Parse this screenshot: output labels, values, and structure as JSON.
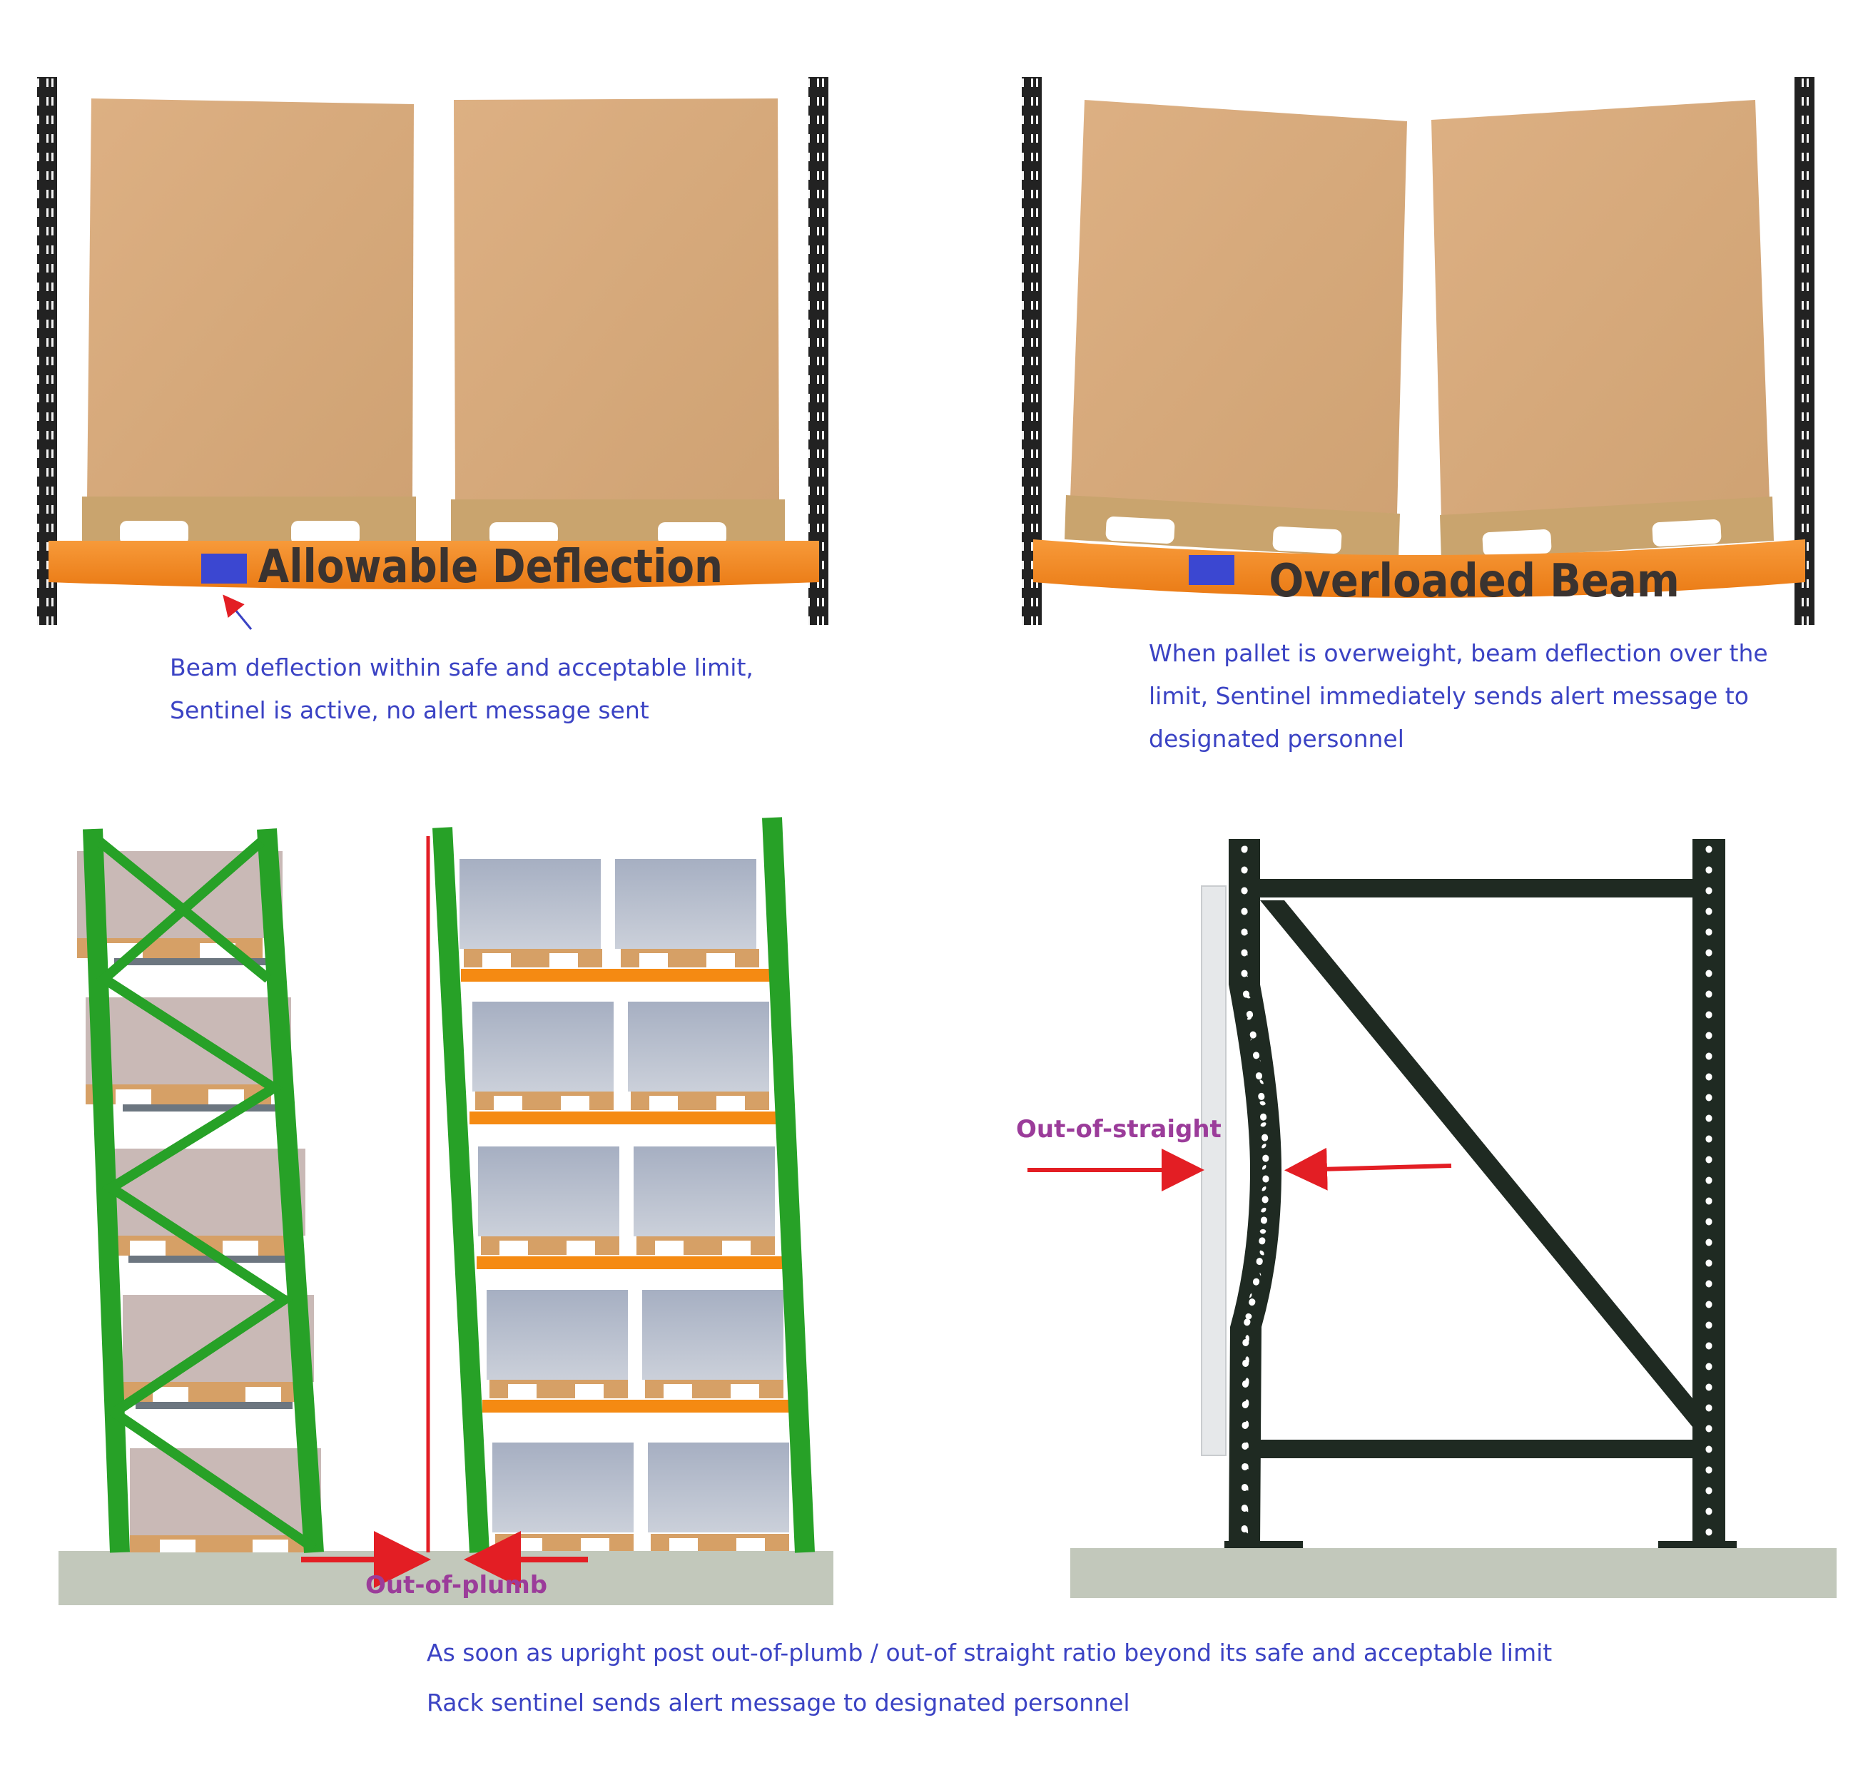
{
  "colors": {
    "caption": "#3b43c4",
    "beam": "#f58a24",
    "marker": "#3b47d1",
    "upright": "#2b2b2b",
    "frame": "#1f2a22",
    "green_frame": "#27a127",
    "box": "#d9a978",
    "pallet_wood": "#c9a46e",
    "arrow": "#e31e24",
    "callout": "#9b3c9a",
    "floor": "#c2c8bb"
  },
  "panels": {
    "allowable": {
      "beam_label": "Allowable Deflection",
      "caption_lines": [
        "Beam deflection within safe and acceptable limit,",
        "Sentinel is active, no alert message sent"
      ]
    },
    "overloaded": {
      "beam_label": "Overloaded Beam",
      "caption_lines": [
        "When pallet is overweight, beam deflection over the",
        "limit, Sentinel immediately sends alert message to",
        "designated personnel"
      ]
    },
    "plumb": {
      "callout": "Out-of-plumb"
    },
    "straight": {
      "callout": "Out-of-straight"
    }
  },
  "footer": {
    "lines": [
      "As soon as upright post out-of-plumb / out-of straight ratio beyond its safe and acceptable limit",
      "Rack sentinel sends alert message to designated personnel"
    ]
  },
  "icons": [
    "upright-post-icon",
    "pallet-icon",
    "cardboard-box-icon",
    "sensor-marker-icon",
    "red-arrow-icon",
    "measuring-ruler-icon"
  ]
}
